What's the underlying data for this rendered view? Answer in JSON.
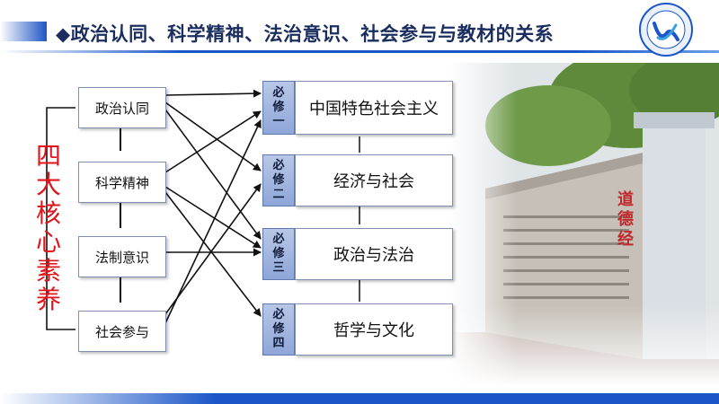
{
  "header": {
    "title": "◆政治认同、科学精神、法治意识、社会参与与教材的关系"
  },
  "core_literacy": {
    "group_label": "四大核心素养",
    "items": [
      "政治认同",
      "科学精神",
      "法制意识",
      "社会参与"
    ]
  },
  "modules": [
    {
      "tag": [
        "必",
        "修",
        "一"
      ],
      "name": "中国特色社会主义"
    },
    {
      "tag": [
        "必",
        "修",
        "二"
      ],
      "name": "经济与社会"
    },
    {
      "tag": [
        "必",
        "修",
        "三"
      ],
      "name": "政治与法治"
    },
    {
      "tag": [
        "必",
        "修",
        "四"
      ],
      "name": "哲学与文化"
    }
  ],
  "photo": {
    "inscription": [
      "道",
      "德",
      "经"
    ]
  },
  "colors": {
    "brand_blue": "#1a56c8",
    "title_color": "#1a2d5e",
    "accent_red": "#e0151a"
  }
}
